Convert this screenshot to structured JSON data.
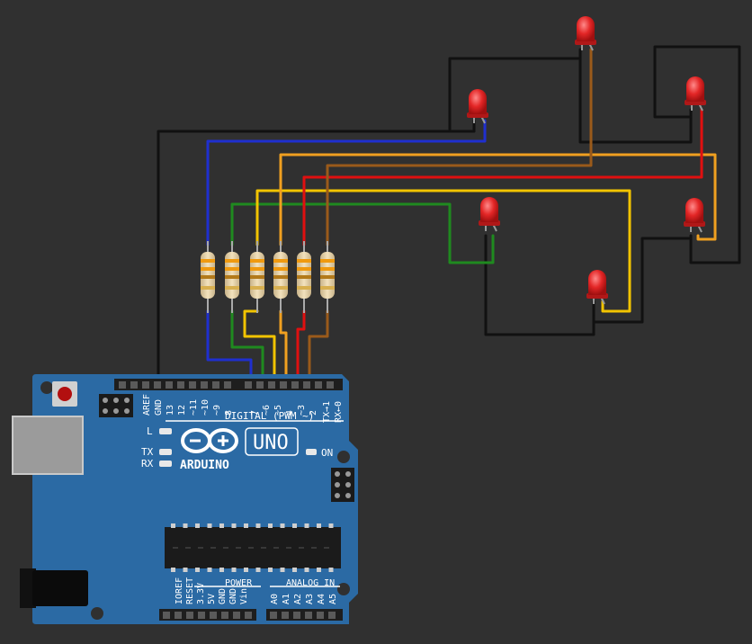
{
  "board": {
    "name": "UNO",
    "brand": "ARDUINO",
    "label_digital": "DIGITAL (PWM ~)",
    "label_power": "POWER",
    "label_analog": "ANALOG IN",
    "label_L": "L",
    "label_TX": "TX",
    "label_RX": "RX",
    "label_ON": "ON",
    "pins_top": [
      "AREF",
      "GND",
      "13",
      "12",
      "~11",
      "~10",
      "~9",
      "8",
      "7",
      "~6",
      "~5",
      "4",
      "~3",
      "2",
      "TX→1",
      "RX←0"
    ],
    "pins_power": [
      "IOREF",
      "RESET",
      "3.3V",
      "5V",
      "GND",
      "GND",
      "Vin"
    ],
    "pins_analog": [
      "A0",
      "A1",
      "A2",
      "A3",
      "A4",
      "A5"
    ]
  },
  "colors": {
    "background": "#303030",
    "board": "#2b6aa4",
    "wire_black": "#111111",
    "wire_blue": "#1f2fcf",
    "wire_green": "#1f8a1f",
    "wire_yellow": "#f2c400",
    "wire_orange": "#f0a020",
    "wire_red": "#e01010",
    "wire_brown": "#9a5a1a",
    "led_red": "#e02424"
  },
  "components": {
    "leds": [
      "red-led",
      "red-led",
      "red-led",
      "red-led",
      "red-led",
      "red-led"
    ],
    "resistors": [
      "resistor",
      "resistor",
      "resistor",
      "resistor",
      "resistor",
      "resistor"
    ],
    "wire_colors": [
      "black",
      "blue",
      "green",
      "yellow",
      "orange",
      "red",
      "brown"
    ]
  }
}
